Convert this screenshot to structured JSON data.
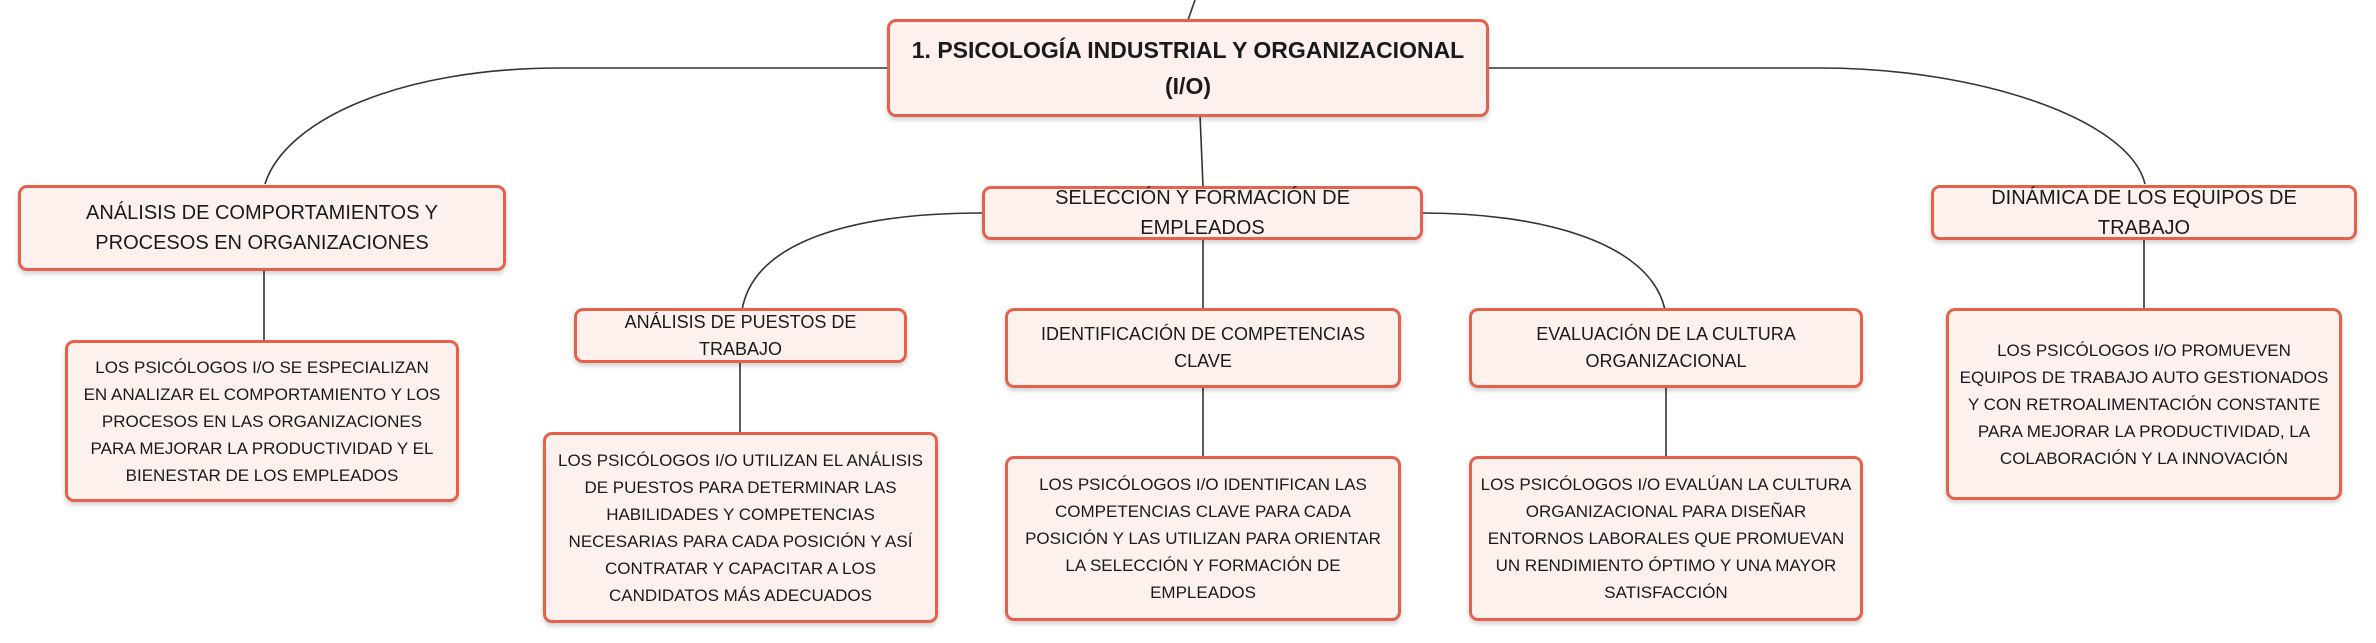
{
  "accent_color": "#e5614c",
  "node_fill": "#fdf1ed",
  "line_color": "#333333",
  "root": {
    "title": "1. PSICOLOGÍA INDUSTRIAL Y ORGANIZACIONAL (I/O)"
  },
  "branches": {
    "analisis": {
      "title": "ANÁLISIS DE COMPORTAMIENTOS Y PROCESOS EN ORGANIZACIONES",
      "desc": "LOS PSICÓLOGOS I/O SE ESPECIALIZAN EN ANALIZAR EL COMPORTAMIENTO Y LOS PROCESOS EN LAS ORGANIZACIONES PARA MEJORAR LA PRODUCTIVIDAD Y EL BIENESTAR DE LOS EMPLEADOS"
    },
    "seleccion": {
      "title": "SELECCIÓN Y FORMACIÓN DE EMPLEADOS",
      "children": {
        "puestos": {
          "title": "ANÁLISIS DE PUESTOS DE TRABAJO",
          "desc": "LOS PSICÓLOGOS I/O UTILIZAN EL ANÁLISIS DE PUESTOS PARA DETERMINAR LAS HABILIDADES Y COMPETENCIAS NECESARIAS PARA CADA POSICIÓN Y ASÍ CONTRATAR Y CAPACITAR A LOS CANDIDATOS MÁS ADECUADOS"
        },
        "competencias": {
          "title": "IDENTIFICACIÓN DE COMPETENCIAS CLAVE",
          "desc": "LOS PSICÓLOGOS I/O IDENTIFICAN LAS COMPETENCIAS CLAVE PARA CADA POSICIÓN Y LAS UTILIZAN PARA ORIENTAR LA SELECCIÓN Y FORMACIÓN DE EMPLEADOS"
        },
        "cultura": {
          "title": "EVALUACIÓN DE LA CULTURA ORGANIZACIONAL",
          "desc": "LOS PSICÓLOGOS I/O EVALÚAN LA CULTURA ORGANIZACIONAL PARA DISEÑAR ENTORNOS LABORALES QUE PROMUEVAN UN RENDIMIENTO ÓPTIMO Y UNA MAYOR SATISFACCIÓN"
        }
      }
    },
    "equipos": {
      "title": "DINÁMICA DE LOS EQUIPOS DE TRABAJO",
      "desc": "LOS PSICÓLOGOS I/O PROMUEVEN EQUIPOS DE TRABAJO AUTO GESTIONADOS Y CON RETROALIMENTACIÓN CONSTANTE PARA MEJORAR LA PRODUCTIVIDAD, LA COLABORACIÓN Y LA INNOVACIÓN"
    }
  }
}
